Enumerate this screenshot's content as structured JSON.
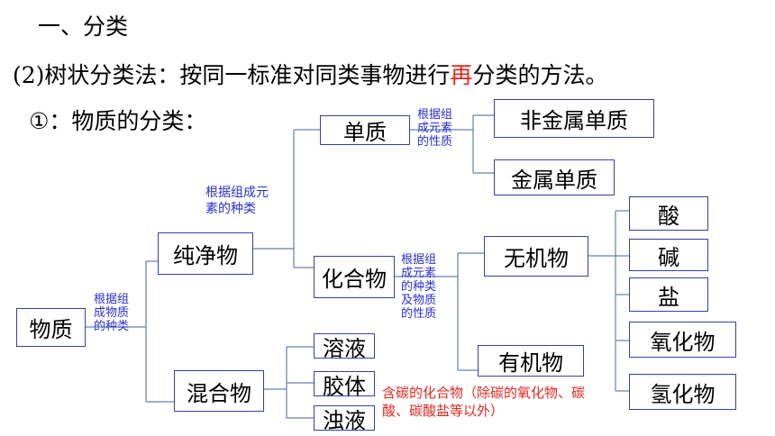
{
  "heading1": "一、分类",
  "heading2": {
    "prefix": "(2)树状分类法：按同一标准对同类事物进行",
    "highlight": "再",
    "suffix": "分类的方法。"
  },
  "heading3": "①：物质的分类：",
  "nodes": {
    "wuzhi": "物质",
    "chunjingwu": "纯净物",
    "hunhewu": "混合物",
    "danzhi": "单质",
    "huahewu": "化合物",
    "feijinshu": "非金属单质",
    "jinshu": "金属单质",
    "wujiwu": "无机物",
    "youjiwu": "有机物",
    "suan": "酸",
    "jian": "碱",
    "yan": "盐",
    "yanghuawu": "氧化物",
    "qinghuawu": "氢化物",
    "rongye": "溶液",
    "jiaoti": "胶体",
    "zhuoye": "浊液"
  },
  "notes": {
    "by_composition_type": [
      "根据组",
      "成物质",
      "的种类"
    ],
    "by_element_type": [
      "根据组成元",
      "素的种类"
    ],
    "by_element_property": [
      "根据组",
      "成元素",
      "的性质"
    ],
    "by_element_type_and_property": [
      "根据组",
      "成元素",
      "的种类",
      "及物质",
      "的性质"
    ],
    "organic_note": [
      "含碳的化合物（除碳的氧化物、碳",
      "酸、碳酸盐等以外）"
    ]
  },
  "colors": {
    "box_border": "#3a3fa0",
    "note_text": "#2a2fd0",
    "highlight": "#e6261f",
    "line": "#6b7fa8"
  }
}
